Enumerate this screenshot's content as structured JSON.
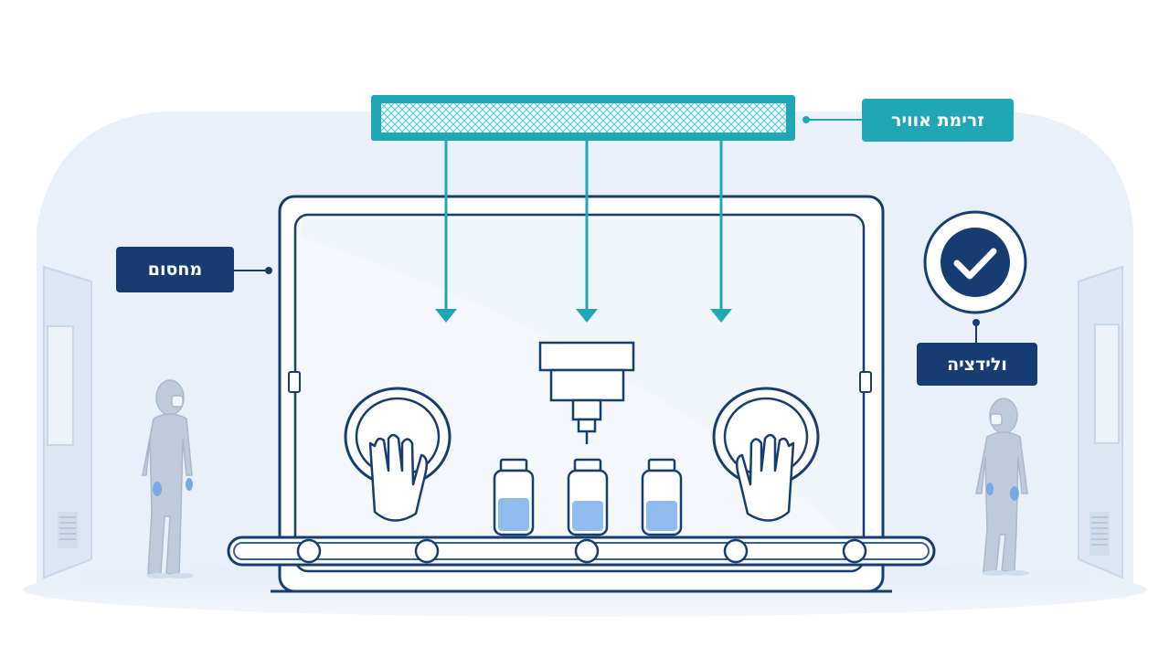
{
  "labels": {
    "airflow": "זרימת אוויר",
    "barrier": "מחסום",
    "validation": "ולידציה"
  },
  "colors": {
    "teal": "#20a7b5",
    "navy": "#173c71",
    "room_bg": "#e9f0fa",
    "figure_fill": "#bfcbdc",
    "vial_liquid": "#8fbbef",
    "glove": "#7ba8e2"
  },
  "icons": {
    "validation": "check-circle-icon",
    "airflow": "down-arrow-icon"
  }
}
